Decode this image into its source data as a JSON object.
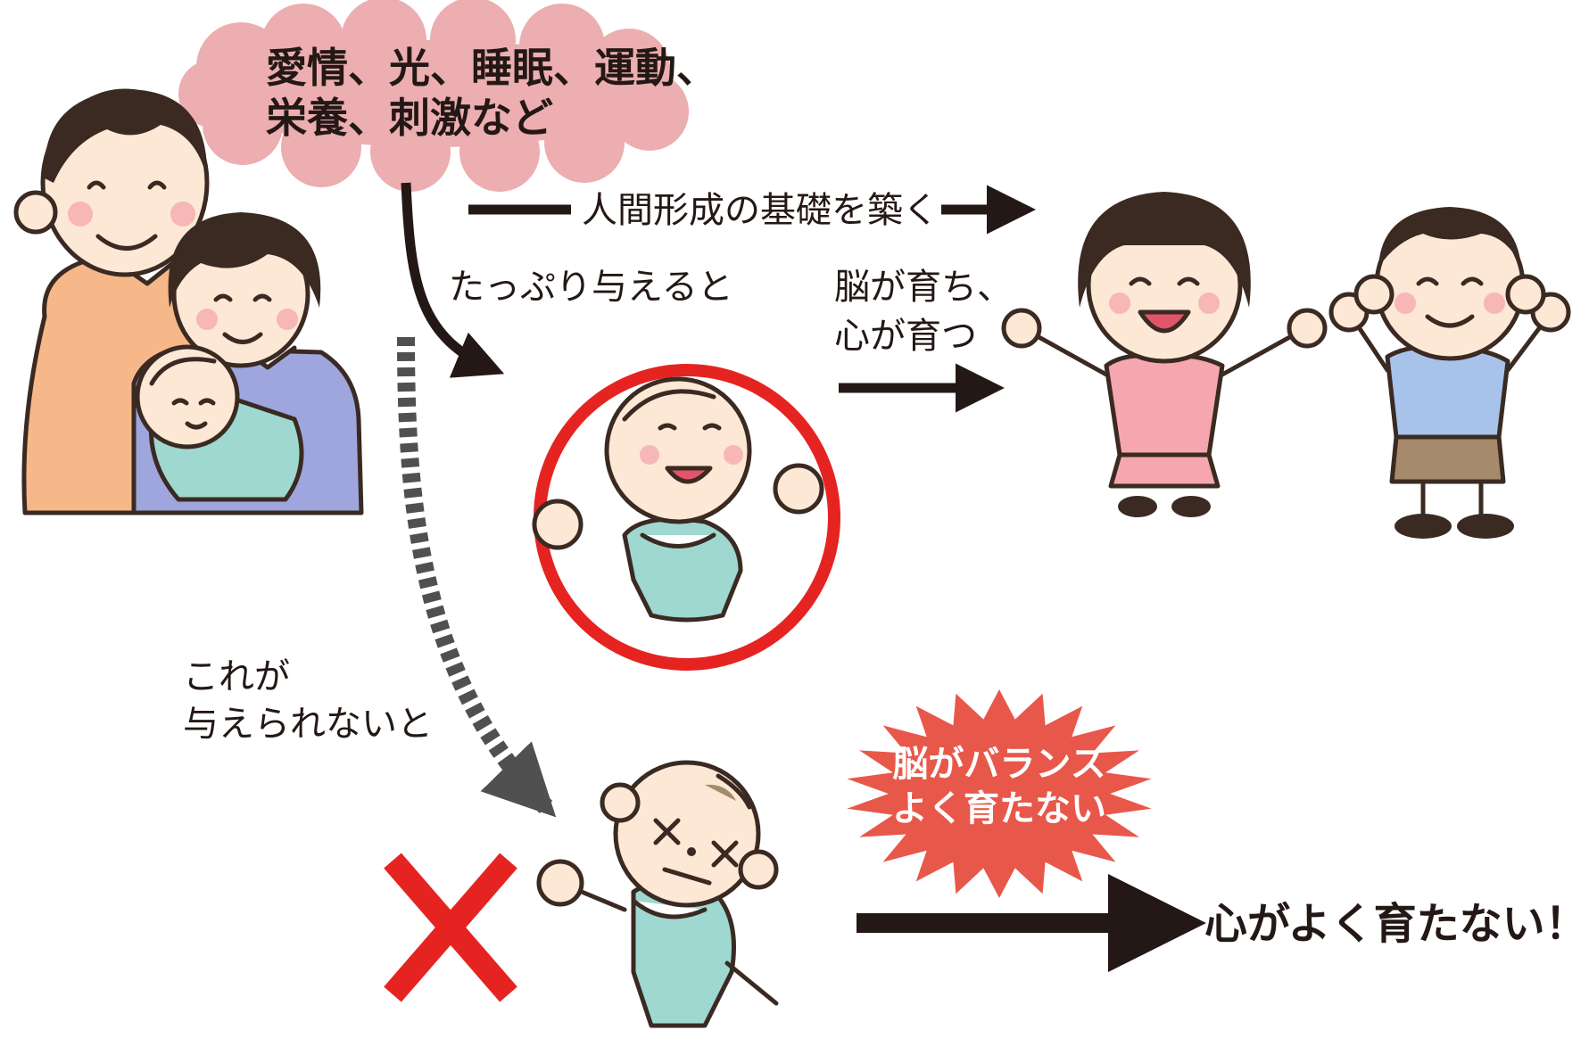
{
  "resources": {
    "line1": "愛情、光、睡眠、運動、",
    "line2": "栄養、刺激など"
  },
  "top_arrow_label": "人間形成の基礎を築く",
  "plenty_label": "たっぷり与えると",
  "growth_label": {
    "line1": "脳が育ち、",
    "line2": "心が育つ"
  },
  "deprived_label": {
    "line1": "これが",
    "line2": "与えられないと"
  },
  "burst": {
    "line1": "脳がバランス",
    "line2": "よく育たない"
  },
  "outcome_bad": "心がよく育たない！",
  "colors": {
    "cloud": "#ecaeb0",
    "good_circle": "#e52421",
    "bad_cross": "#e52421",
    "burst": "#e8584a",
    "arrow": "#231815",
    "dotted_arrow": "#505050"
  }
}
